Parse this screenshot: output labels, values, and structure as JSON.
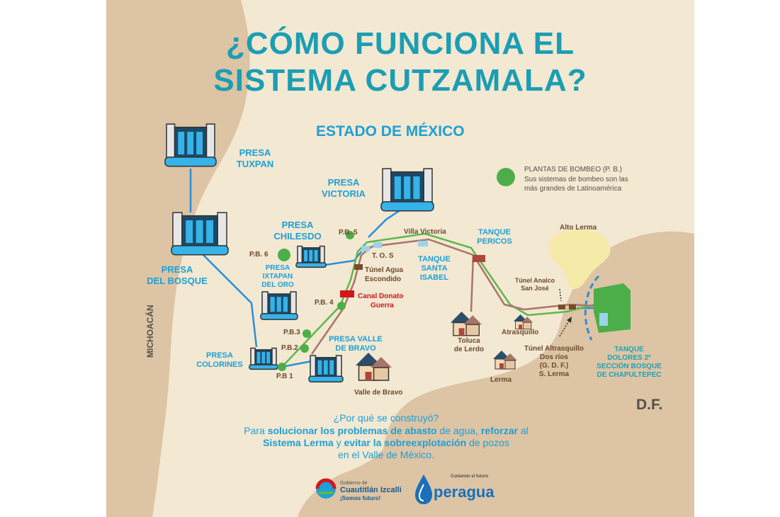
{
  "title": {
    "line1": "¿CÓMO FUNCIONA EL",
    "line2": "SISTEMA CUTZAMALA?"
  },
  "regions": {
    "estado": "ESTADO DE MÉXICO",
    "michoacan": "MICHOACÁN",
    "df": "D.F."
  },
  "legend": {
    "title": "PLANTAS DE BOMBEO (P. B.)",
    "line1": "Sus sistemas de bombeo son las",
    "line2": "más grandes de Latinoamérica"
  },
  "dams": {
    "tuxpan": [
      "PRESA",
      "TUXPAN"
    ],
    "victoria": [
      "PRESA",
      "VICTORIA"
    ],
    "chilesdo": [
      "PRESA",
      "CHILESDO"
    ],
    "bosque": [
      "PRESA",
      "DEL BOSQUE"
    ],
    "ixtapan": [
      "PRESA",
      "IXTAPAN",
      "DEL ORO"
    ],
    "colorines": [
      "PRESA",
      "COLORINES"
    ],
    "valle": [
      "PRESA VALLE",
      "DE BRAVO"
    ]
  },
  "pumps": {
    "pb5": "P.B. 5",
    "pb6": "P.B. 6",
    "pb4": "P.B. 4",
    "pb3": "P.B.3",
    "pb2": "P.B.2",
    "pb1": "P.B 1"
  },
  "places": {
    "villa_victoria": "Villa Victoria",
    "tos": "T. O. S",
    "tunel_agua": [
      "Túnel Agua",
      "Escondido"
    ],
    "canal": [
      "Canal Donato",
      "Guerra"
    ],
    "tanque_pericos": [
      "TANQUE",
      "PERICOS"
    ],
    "tanque_santa": [
      "TANQUE",
      "SANTA",
      "ISABEL"
    ],
    "alto_lerma": "Alto Lerma",
    "tunel_analco": [
      "Túnel Analco",
      "San José"
    ],
    "atrasquillo": "Atrasquillo",
    "toluca": [
      "Toluca",
      "de Lerdo"
    ],
    "lerma": "Lerma",
    "tunel_altrasquillo": [
      "Túnel Altrasquillo",
      "Dos ríos",
      "(G. D. F.)",
      "S. Lerma"
    ],
    "valle_bravo_town": "Valle de Bravo",
    "tanque_dolores": [
      "TANQUE",
      "DOLORES 2ª",
      "SECCIÓN BOSQUE",
      "DE CHAPULTEPEC"
    ]
  },
  "bottom": {
    "question": "¿Por qué se construyó?",
    "l1a": "Para ",
    "l1b": "solucionar los problemas de abasto",
    "l1c": " de agua, ",
    "l1d": "reforzar",
    "l1e": " al",
    "l2a": "Sistema Lerma",
    "l2b": " y ",
    "l2c": "evitar la sobreexplotación",
    "l2d": " de pozos",
    "l3": "en el Valle de México."
  },
  "logos": {
    "izcalli": [
      "Gobierno de",
      "Cuautitlán Izcalli",
      "¡Somos futuro!"
    ],
    "operagua_tag": "Cuidando el futuro",
    "operagua_name": "peragua"
  },
  "colors": {
    "land": "#f3e8d2",
    "region": "#dcc4a4",
    "pipe_blue": "#2a8fd6",
    "pipe_green": "#5cb84a",
    "pipe_brown": "#a9746a",
    "pump_green": "#4cae48",
    "title": "#1a9eb3",
    "label_blue": "#1e9fd6"
  }
}
